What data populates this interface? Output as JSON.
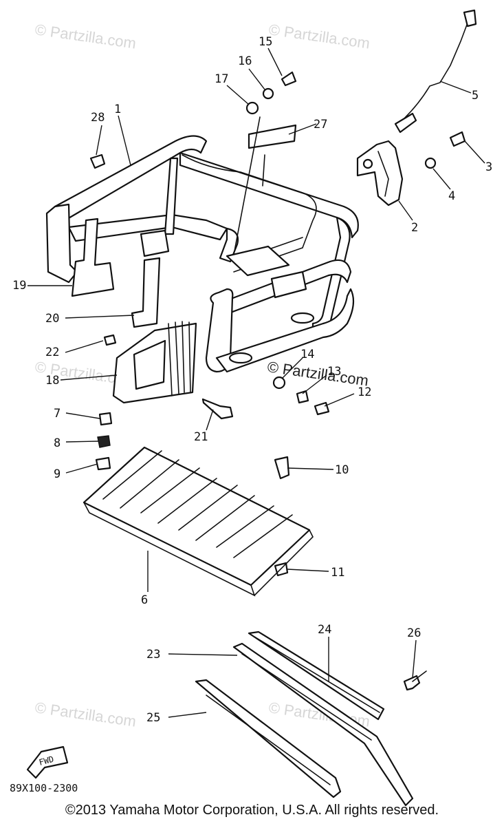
{
  "diagram": {
    "drawing_code": "89X100-2300",
    "fwd_label": "FWD",
    "watermark_text": "© Partzilla.com",
    "copyright": "©2013  Yamaha Motor Corporation, U.S.A. All rights reserved.",
    "callouts": [
      "1",
      "2",
      "3",
      "4",
      "5",
      "6",
      "7",
      "8",
      "9",
      "10",
      "11",
      "12",
      "13",
      "14",
      "15",
      "16",
      "17",
      "18",
      "19",
      "20",
      "21",
      "22",
      "23",
      "24",
      "25",
      "26",
      "27",
      "28"
    ]
  }
}
